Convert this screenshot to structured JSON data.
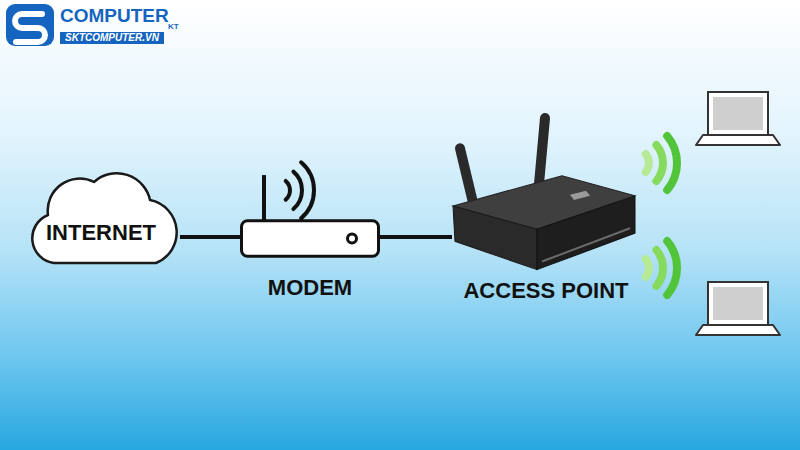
{
  "diagram": {
    "nodes": [
      {
        "text": [
          "INTERNET"
        ]
      },
      {
        "text": [
          "MODEM"
        ]
      },
      {
        "text": [
          "ACCESS POINT"
        ]
      }
    ],
    "edges": [
      {
        "from": 0,
        "to": 1,
        "arrow": "none"
      },
      {
        "from": 1,
        "to": 2,
        "arrow": "none"
      }
    ],
    "labels": [
      "COMPUTER",
      "KT",
      "SKTCOMPUTER.VN"
    ]
  }
}
